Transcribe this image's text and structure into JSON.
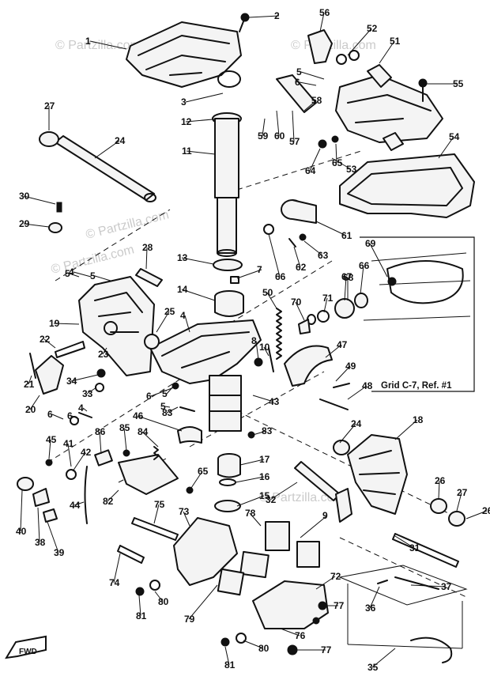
{
  "watermark_text": "© Partzilla.com",
  "reference_label": "Grid C-7, Ref. #1",
  "fwd_label": "FWD",
  "part_numbers": [
    "1",
    "2",
    "3",
    "4",
    "5",
    "6",
    "7",
    "8",
    "9",
    "10",
    "11",
    "12",
    "13",
    "14",
    "15",
    "16",
    "17",
    "18",
    "19",
    "20",
    "21",
    "22",
    "23",
    "24",
    "25",
    "26",
    "27",
    "28",
    "29",
    "30",
    "31",
    "32",
    "33",
    "34",
    "35",
    "36",
    "37",
    "38",
    "39",
    "40",
    "41",
    "42",
    "43",
    "44",
    "45",
    "46",
    "47",
    "48",
    "49",
    "50",
    "51",
    "52",
    "53",
    "54",
    "55",
    "56",
    "57",
    "58",
    "59",
    "60",
    "61",
    "62",
    "63",
    "64",
    "65",
    "66",
    "67",
    "68",
    "69",
    "70",
    "71",
    "72",
    "73",
    "74",
    "75",
    "76",
    "77",
    "78",
    "79",
    "80",
    "81",
    "82",
    "83",
    "84",
    "85",
    "86"
  ]
}
